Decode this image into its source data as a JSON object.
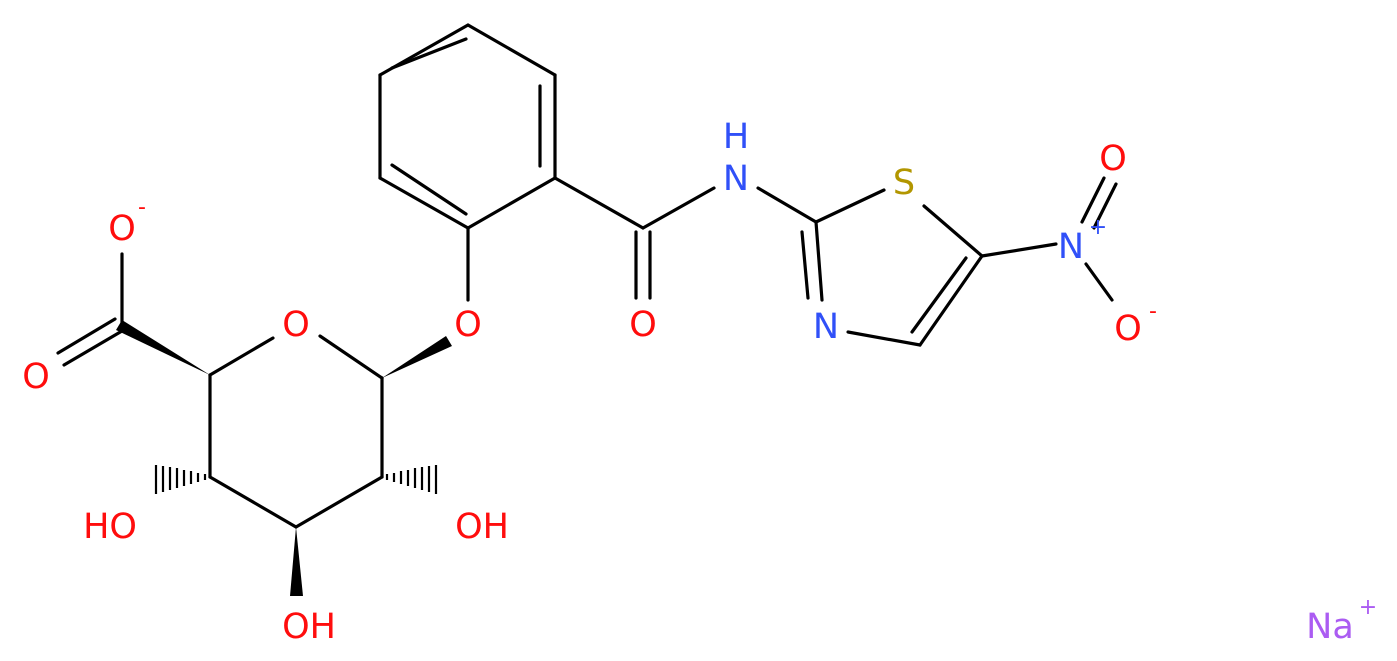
{
  "colors": {
    "bond": "#000000",
    "oxygen": "#ff0d0d",
    "nitrogen": "#3050f8",
    "sulfur": "#b29600",
    "sodium": "#ab5cf2"
  },
  "atoms": {
    "carboxylate_o_minus": "O",
    "carboxylate_o_minus_charge": "-",
    "carboxyl_o": "O",
    "ring_o": "O",
    "ether_o": "O",
    "amide_o": "O",
    "amide_nh": "N",
    "amide_h": "H",
    "thiazole_s": "S",
    "thiazole_n": "N",
    "nitro_n": "N",
    "nitro_n_charge": "+",
    "nitro_o_top": "O",
    "nitro_o_bottom": "O",
    "nitro_o_bottom_charge": "-",
    "oh_left": "HO",
    "oh_right": "OH",
    "oh_bottom": "OH",
    "sodium": "Na",
    "sodium_charge": "+"
  }
}
